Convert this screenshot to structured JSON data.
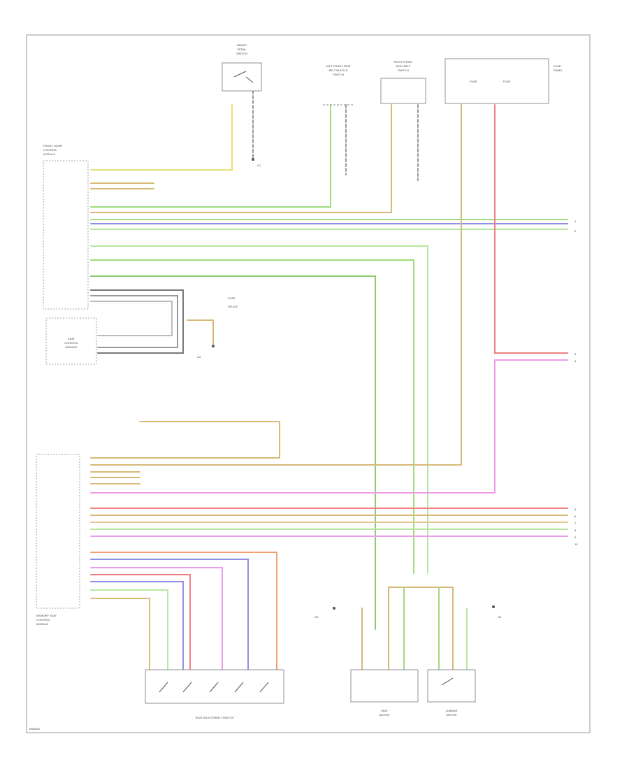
{
  "diagram": {
    "footer_code": "W04000",
    "components": {
      "brake_switch": {
        "label_lines": [
          "BRAKE",
          "PEDAL",
          "SWITCH"
        ]
      },
      "left_sensor": {
        "label_lines": [
          "LEFT FRONT SEAT",
          "BELT BUCKLE",
          "SWITCH"
        ]
      },
      "right_sensor": {
        "label_lines": [
          "RIGHT FRONT",
          "SEAT BELT",
          "SWITCH"
        ]
      },
      "fuse_panel": {
        "label_lines": [
          "FUSE",
          "PANEL"
        ],
        "fuse_a": "FUSE",
        "fuse_b": "FUSE"
      },
      "left_module": {
        "label_lines": [
          "FRONT DOOR",
          "CONTROL",
          "MODULE"
        ]
      },
      "sub_module": {
        "label_lines": [
          "SEAT",
          "CONTROL",
          "MODULE"
        ]
      },
      "lower_left_module": {
        "label_lines": [
          "MEMORY SEAT",
          "CONTROL",
          "MODULE"
        ]
      },
      "seat_switch": {
        "label": "SEAT ADJUSTMENT SWITCH"
      },
      "motor_a": {
        "label_lines": [
          "SEAT",
          "MOTOR"
        ]
      },
      "motor_b": {
        "label_lines": [
          "LUMBAR",
          "MOTOR"
        ]
      }
    },
    "grounds": {
      "g1": "G1",
      "g2": "G2",
      "g3": "G3",
      "g4": "G4"
    },
    "legend": {
      "item1": "FUSE",
      "item2": "SPLICE"
    },
    "right_markers": [
      "1",
      "2",
      "3",
      "4",
      "5",
      "6",
      "7",
      "8",
      "9",
      "10"
    ],
    "wire_colors": {
      "yellow": "#e6e07a",
      "tan": "#d8b978",
      "green": "#9fdc7a",
      "light_green": "#b8e6a0",
      "blue": "#8f8fe8",
      "red": "#f08080",
      "pink": "#ee9ee8",
      "orange": "#f0a070",
      "gray": "#9a9a9a",
      "dark_gray": "#666666"
    }
  }
}
